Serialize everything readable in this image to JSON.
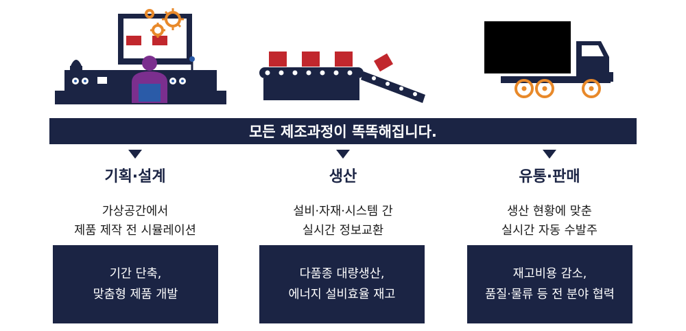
{
  "banner": {
    "text": "모든 제조과정이 똑똑해집니다."
  },
  "columns": [
    {
      "title": "기획·설계",
      "desc": [
        "가상공간에서",
        "제품 제작 전 시뮬레이션"
      ],
      "box": [
        "기간 단축,",
        "맞춤형 제품 개발"
      ]
    },
    {
      "title": "생산",
      "desc": [
        "설비·자재·시스템 간",
        "실시간 정보교환"
      ],
      "box": [
        "다품종 대량생산,",
        "에너지 설비효율 재고"
      ]
    },
    {
      "title": "유통·판매",
      "desc": [
        "생산 현황에 맞춘",
        "실시간 자동 수발주"
      ],
      "box": [
        "재고비용 감소,",
        "품질·물류 등 전 분야 협력"
      ]
    }
  ],
  "colors": {
    "navy": "#1b2444",
    "red": "#c1272d",
    "orange": "#e8892a",
    "purple": "#7b2f8e",
    "blue": "#2a5ba8"
  },
  "icons": [
    "control-room-illustration",
    "conveyor-illustration",
    "truck-illustration"
  ]
}
